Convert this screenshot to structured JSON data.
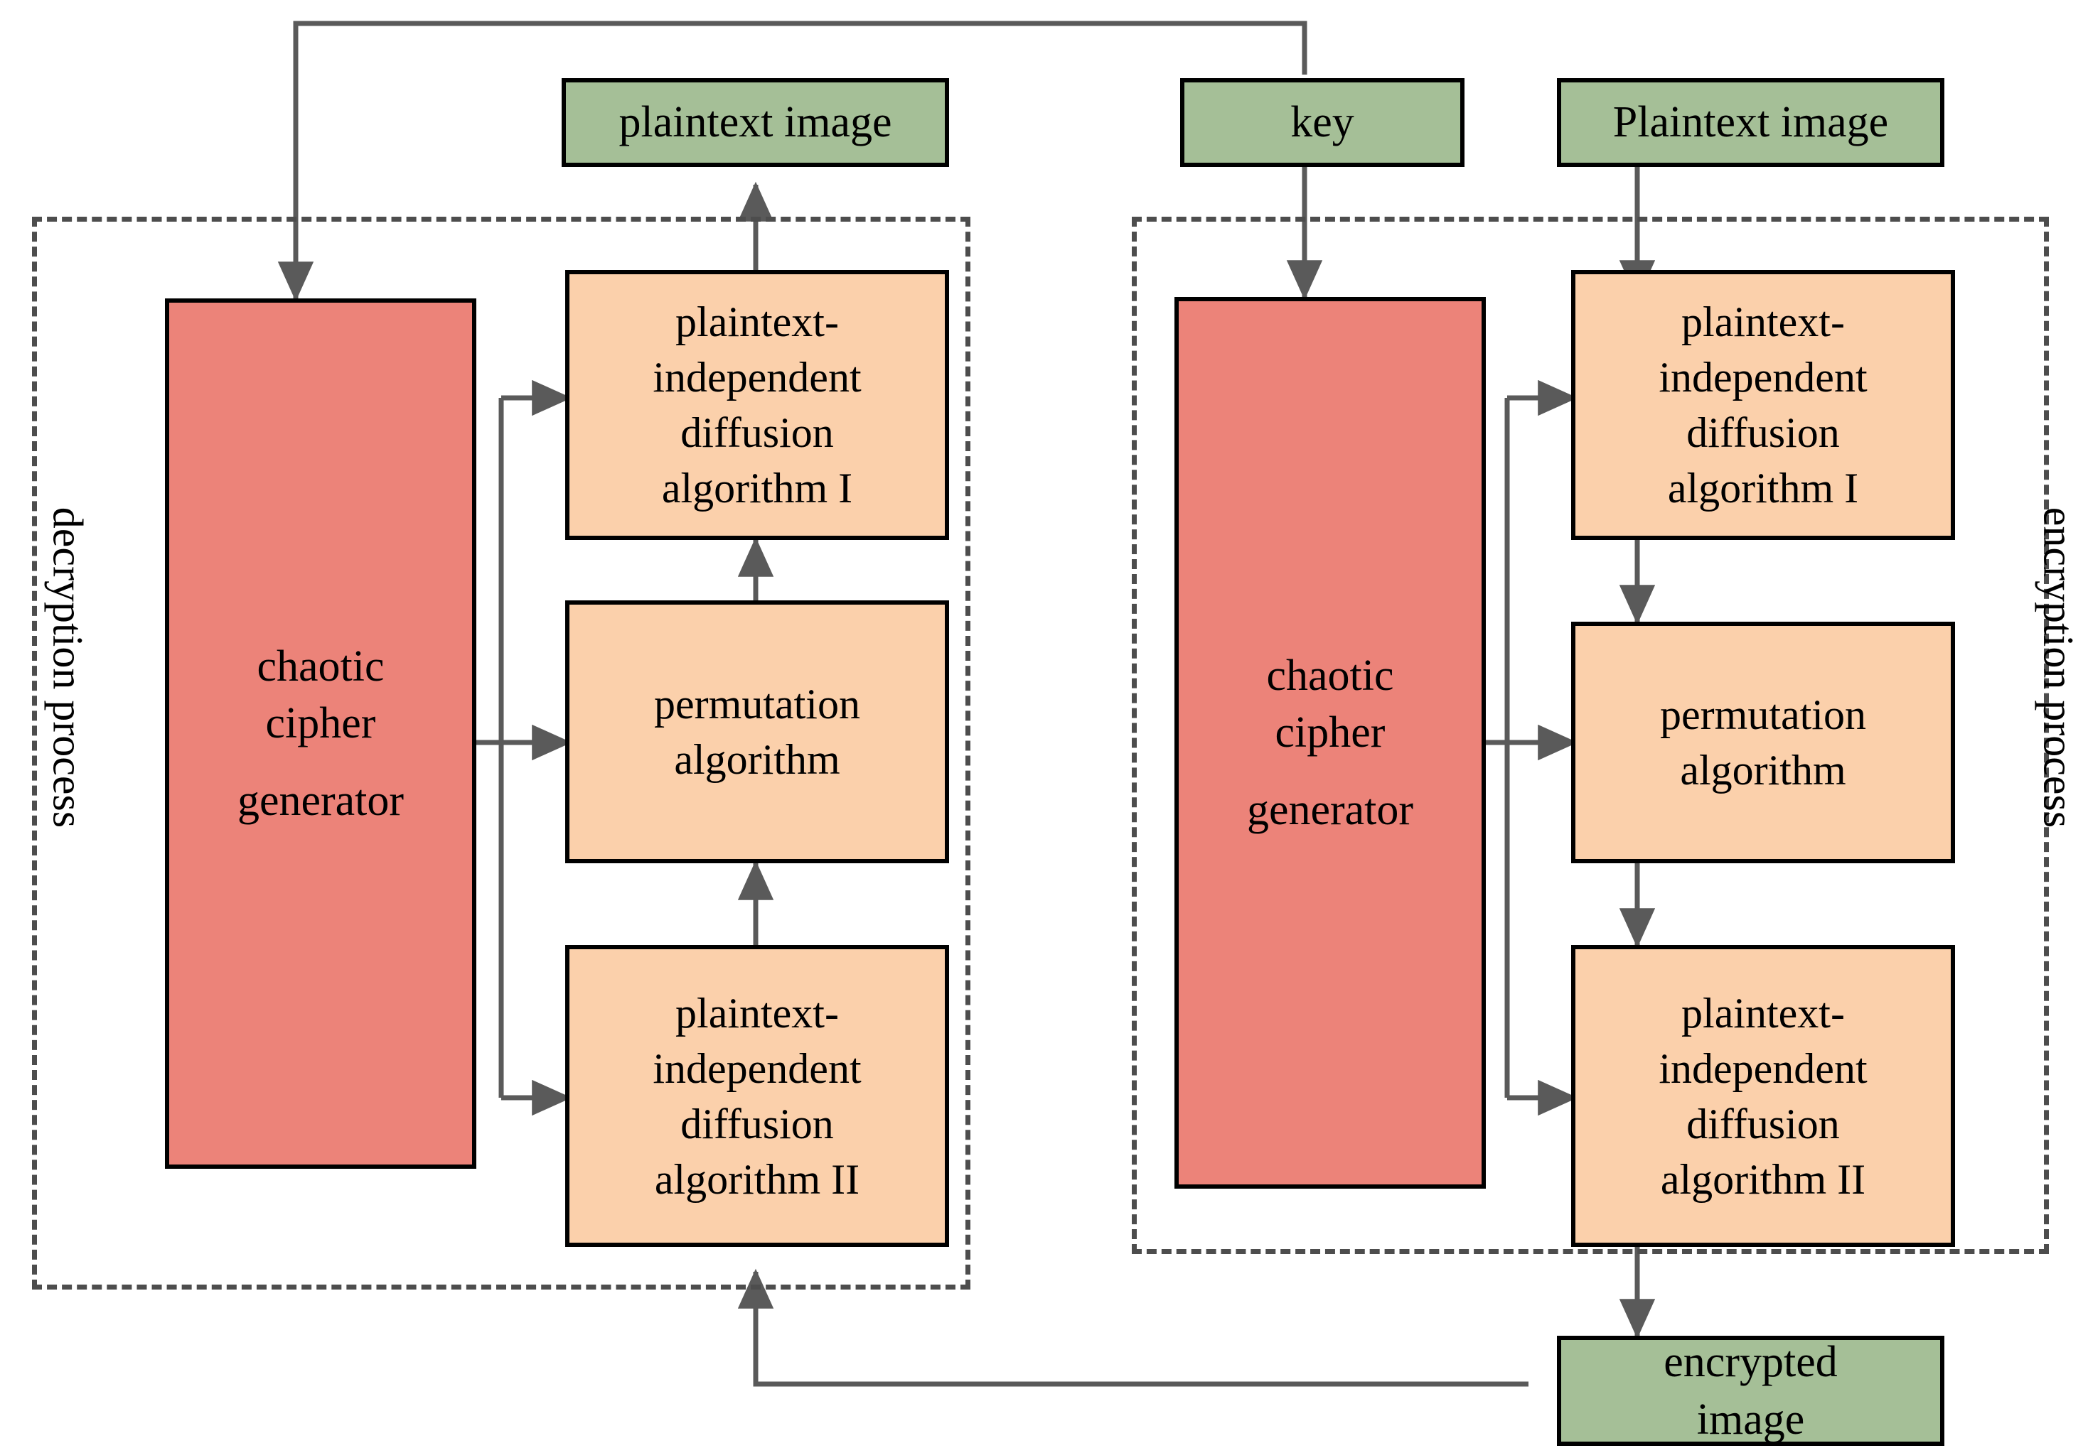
{
  "diagram": {
    "title_top_left_box": "plaintext image",
    "sections": {
      "decryption": {
        "label": "decryption process"
      },
      "encryption": {
        "label": "encryption process"
      }
    },
    "io_boxes": [
      {
        "id": "plaintext-image-out",
        "label": "plaintext image",
        "color": "#a5bf97"
      },
      {
        "id": "key",
        "label": "key",
        "color": "#a5bf97"
      },
      {
        "id": "plaintext-image-in",
        "label": "Plaintext image",
        "color": "#a5bf97"
      },
      {
        "id": "encrypted-image",
        "label": "encrypted image",
        "color": "#a5bf97"
      }
    ],
    "decryption_nodes": [
      {
        "id": "dec-generator",
        "label": "chaotic cipher generator",
        "color": "#ec8379"
      },
      {
        "id": "dec-diffusion-1",
        "label": "plaintext-independent diffusion algorithm I",
        "color": "#fbd0ab"
      },
      {
        "id": "dec-permutation",
        "label": "permutation algorithm",
        "color": "#fbd0ab"
      },
      {
        "id": "dec-diffusion-2",
        "label": "plaintext-independent diffusion algorithm II",
        "color": "#fbd0ab"
      }
    ],
    "encryption_nodes": [
      {
        "id": "enc-generator",
        "label": "chaotic cipher generator",
        "color": "#ec8379"
      },
      {
        "id": "enc-diffusion-1",
        "label": "plaintext-independent diffusion algorithm I",
        "color": "#fbd0ab"
      },
      {
        "id": "enc-permutation",
        "label": "permutation algorithm",
        "color": "#fbd0ab"
      },
      {
        "id": "enc-diffusion-2",
        "label": "plaintext-independent diffusion algorithm II",
        "color": "#fbd0ab"
      }
    ],
    "labels": {
      "chaotic_cipher_generator_l1": "chaotic",
      "chaotic_cipher_generator_l2": "cipher",
      "chaotic_cipher_generator_l3": "generator",
      "diffusion_l1": "plaintext-",
      "diffusion_l2": "independent",
      "diffusion_l3": "diffusion",
      "diffusion_I_l4": "algorithm I",
      "diffusion_II_l4": "algorithm II",
      "permutation_l1": "permutation",
      "permutation_l2": "algorithm",
      "plaintext_image_lower": "plaintext image",
      "plaintext_image_upper": "Plaintext image",
      "key": "key",
      "encrypted_l1": "encrypted",
      "encrypted_l2": "image",
      "decryption_process": "decryption process",
      "encryption_process": "encryption process"
    },
    "colors": {
      "green": "#a5bf97",
      "red": "#ec8379",
      "orange": "#fbd0ab",
      "border": "#000000",
      "wire": "#5a5a5a",
      "dash_border": "#4d4d4d"
    }
  }
}
